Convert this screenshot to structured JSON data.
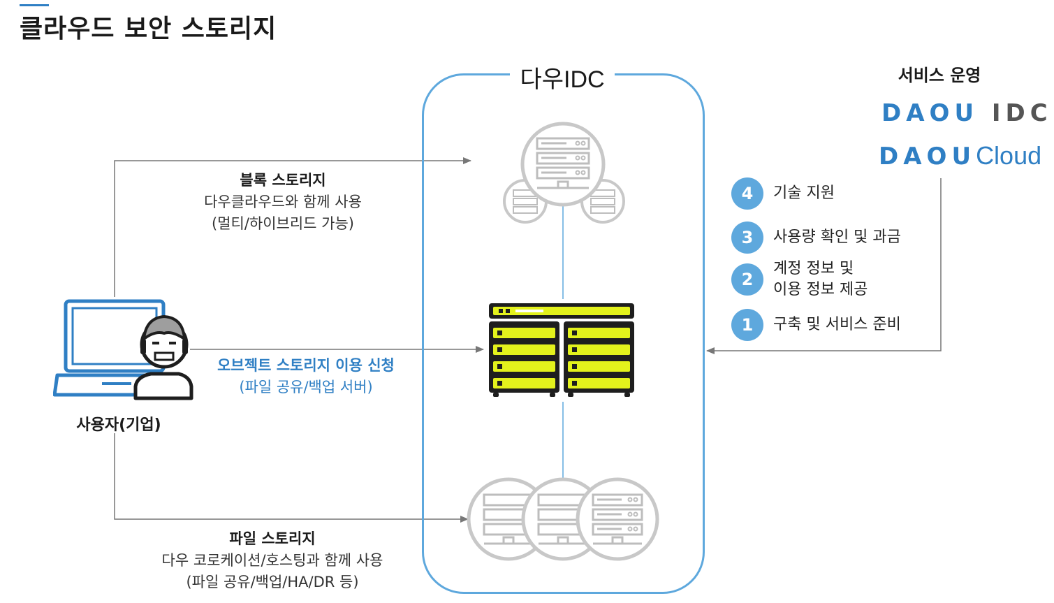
{
  "title": "클라우드 보안 스토리지",
  "idc": {
    "label": "다우IDC"
  },
  "user": {
    "label": "사용자(기업)"
  },
  "block_storage": {
    "title": "블록 스토리지",
    "line1": "다우클라우드와 함께 사용",
    "line2": "(멀티/하이브리드 가능)"
  },
  "object_storage": {
    "title": "오브젝트 스토리지 이용 신청",
    "line1": "(파일 공유/백업 서버)"
  },
  "file_storage": {
    "title": "파일 스토리지",
    "line1": "다우 코로케이션/호스팅과 함께 사용",
    "line2": "(파일 공유/백업/HA/DR 등)"
  },
  "service_ops": {
    "title": "서비스 운영",
    "logo1_brand": "DAOU",
    "logo1_suffix": "IDC",
    "logo2_brand": "DAOU",
    "logo2_suffix": "Cloud",
    "steps": [
      {
        "num": "4",
        "text": "기술 지원"
      },
      {
        "num": "3",
        "text": "사용량 확인 및 과금"
      },
      {
        "num": "2",
        "text": "계정 정보 및",
        "text2": "이용 정보 제공"
      },
      {
        "num": "1",
        "text": "구축 및 서비스 준비"
      }
    ]
  },
  "colors": {
    "accent": "#5ea8dd",
    "brand_blue": "#2f7fc4",
    "server_highlight": "#e3f21c",
    "server_dark": "#1e1e1e",
    "server_gray": "#bdbdbd"
  }
}
